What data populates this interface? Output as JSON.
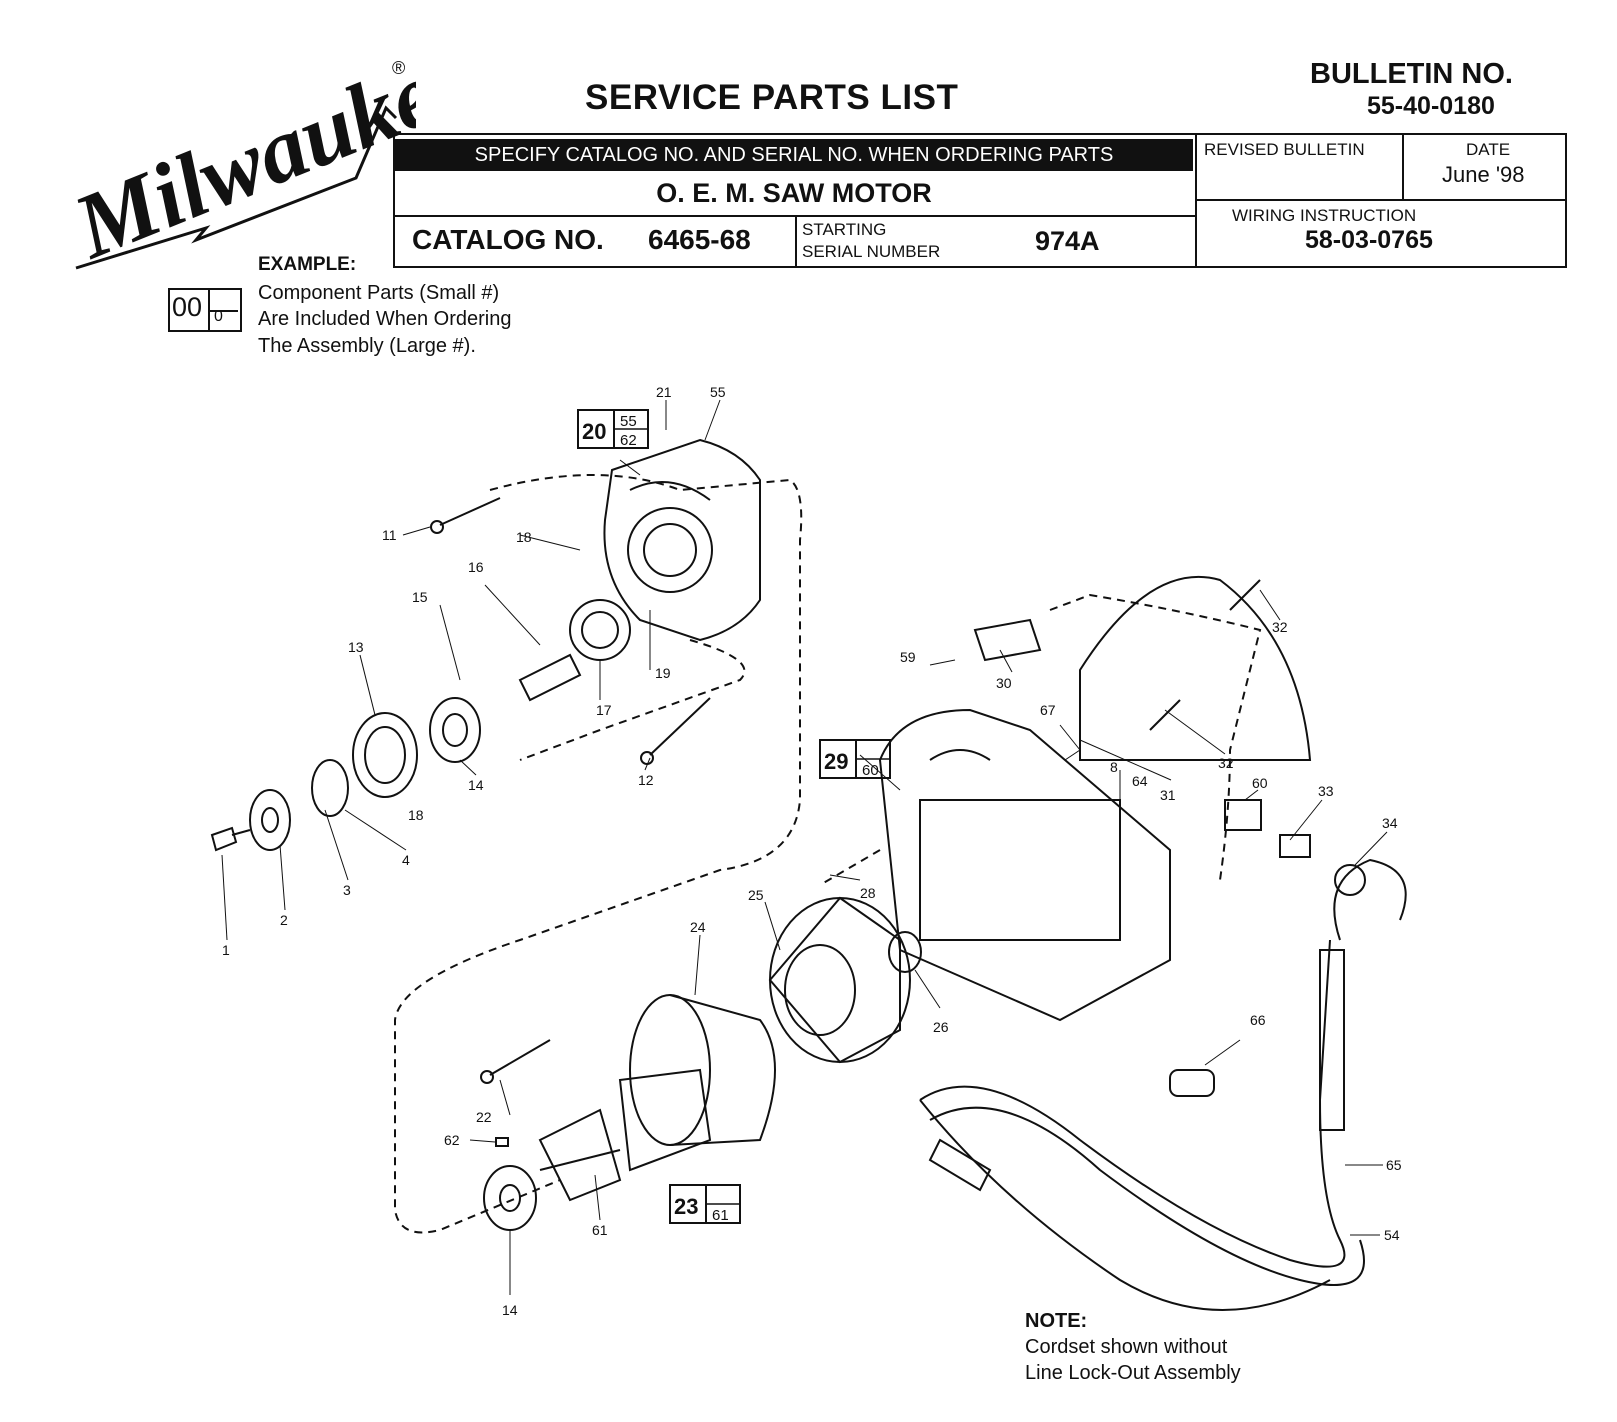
{
  "header": {
    "brand": "Milwaukee",
    "brand_mark": "®",
    "title": "SERVICE PARTS LIST",
    "bulletin_label": "BULLETIN NO.",
    "bulletin_number": "55-40-0180",
    "specify_note": "SPECIFY CATALOG NO. AND SERIAL NO. WHEN ORDERING PARTS",
    "product_name": "O. E. M. SAW MOTOR",
    "catalog_label": "CATALOG NO.",
    "catalog_number": "6465-68",
    "starting_label_1": "STARTING",
    "starting_label_2": "SERIAL NUMBER",
    "serial_number": "974A",
    "revised_label": "REVISED BULLETIN",
    "date_label": "DATE",
    "date_value": "June '98",
    "wiring_label": "WIRING INSTRUCTION",
    "wiring_number": "58-03-0765"
  },
  "example": {
    "label": "EXAMPLE:",
    "line1": "Component Parts (Small #)",
    "line2": "Are Included When Ordering",
    "line3": "The Assembly (Large #).",
    "big": "00",
    "small": "0"
  },
  "assemblies": [
    {
      "big": "20",
      "small1": "55",
      "small2": "62"
    },
    {
      "big": "29",
      "small1": "60"
    },
    {
      "big": "23",
      "small1": "61"
    }
  ],
  "part_labels": [
    "1",
    "2",
    "3",
    "4",
    "8",
    "11",
    "12",
    "13",
    "14",
    "14",
    "15",
    "16",
    "17",
    "18",
    "18",
    "19",
    "21",
    "22",
    "24",
    "25",
    "26",
    "28",
    "30",
    "31",
    "32",
    "32",
    "33",
    "34",
    "54",
    "55",
    "59",
    "60",
    "61",
    "62",
    "64",
    "65",
    "66",
    "67"
  ],
  "note": {
    "label": "NOTE:",
    "line1": "Cordset shown without",
    "line2": "Line Lock-Out Assembly"
  }
}
